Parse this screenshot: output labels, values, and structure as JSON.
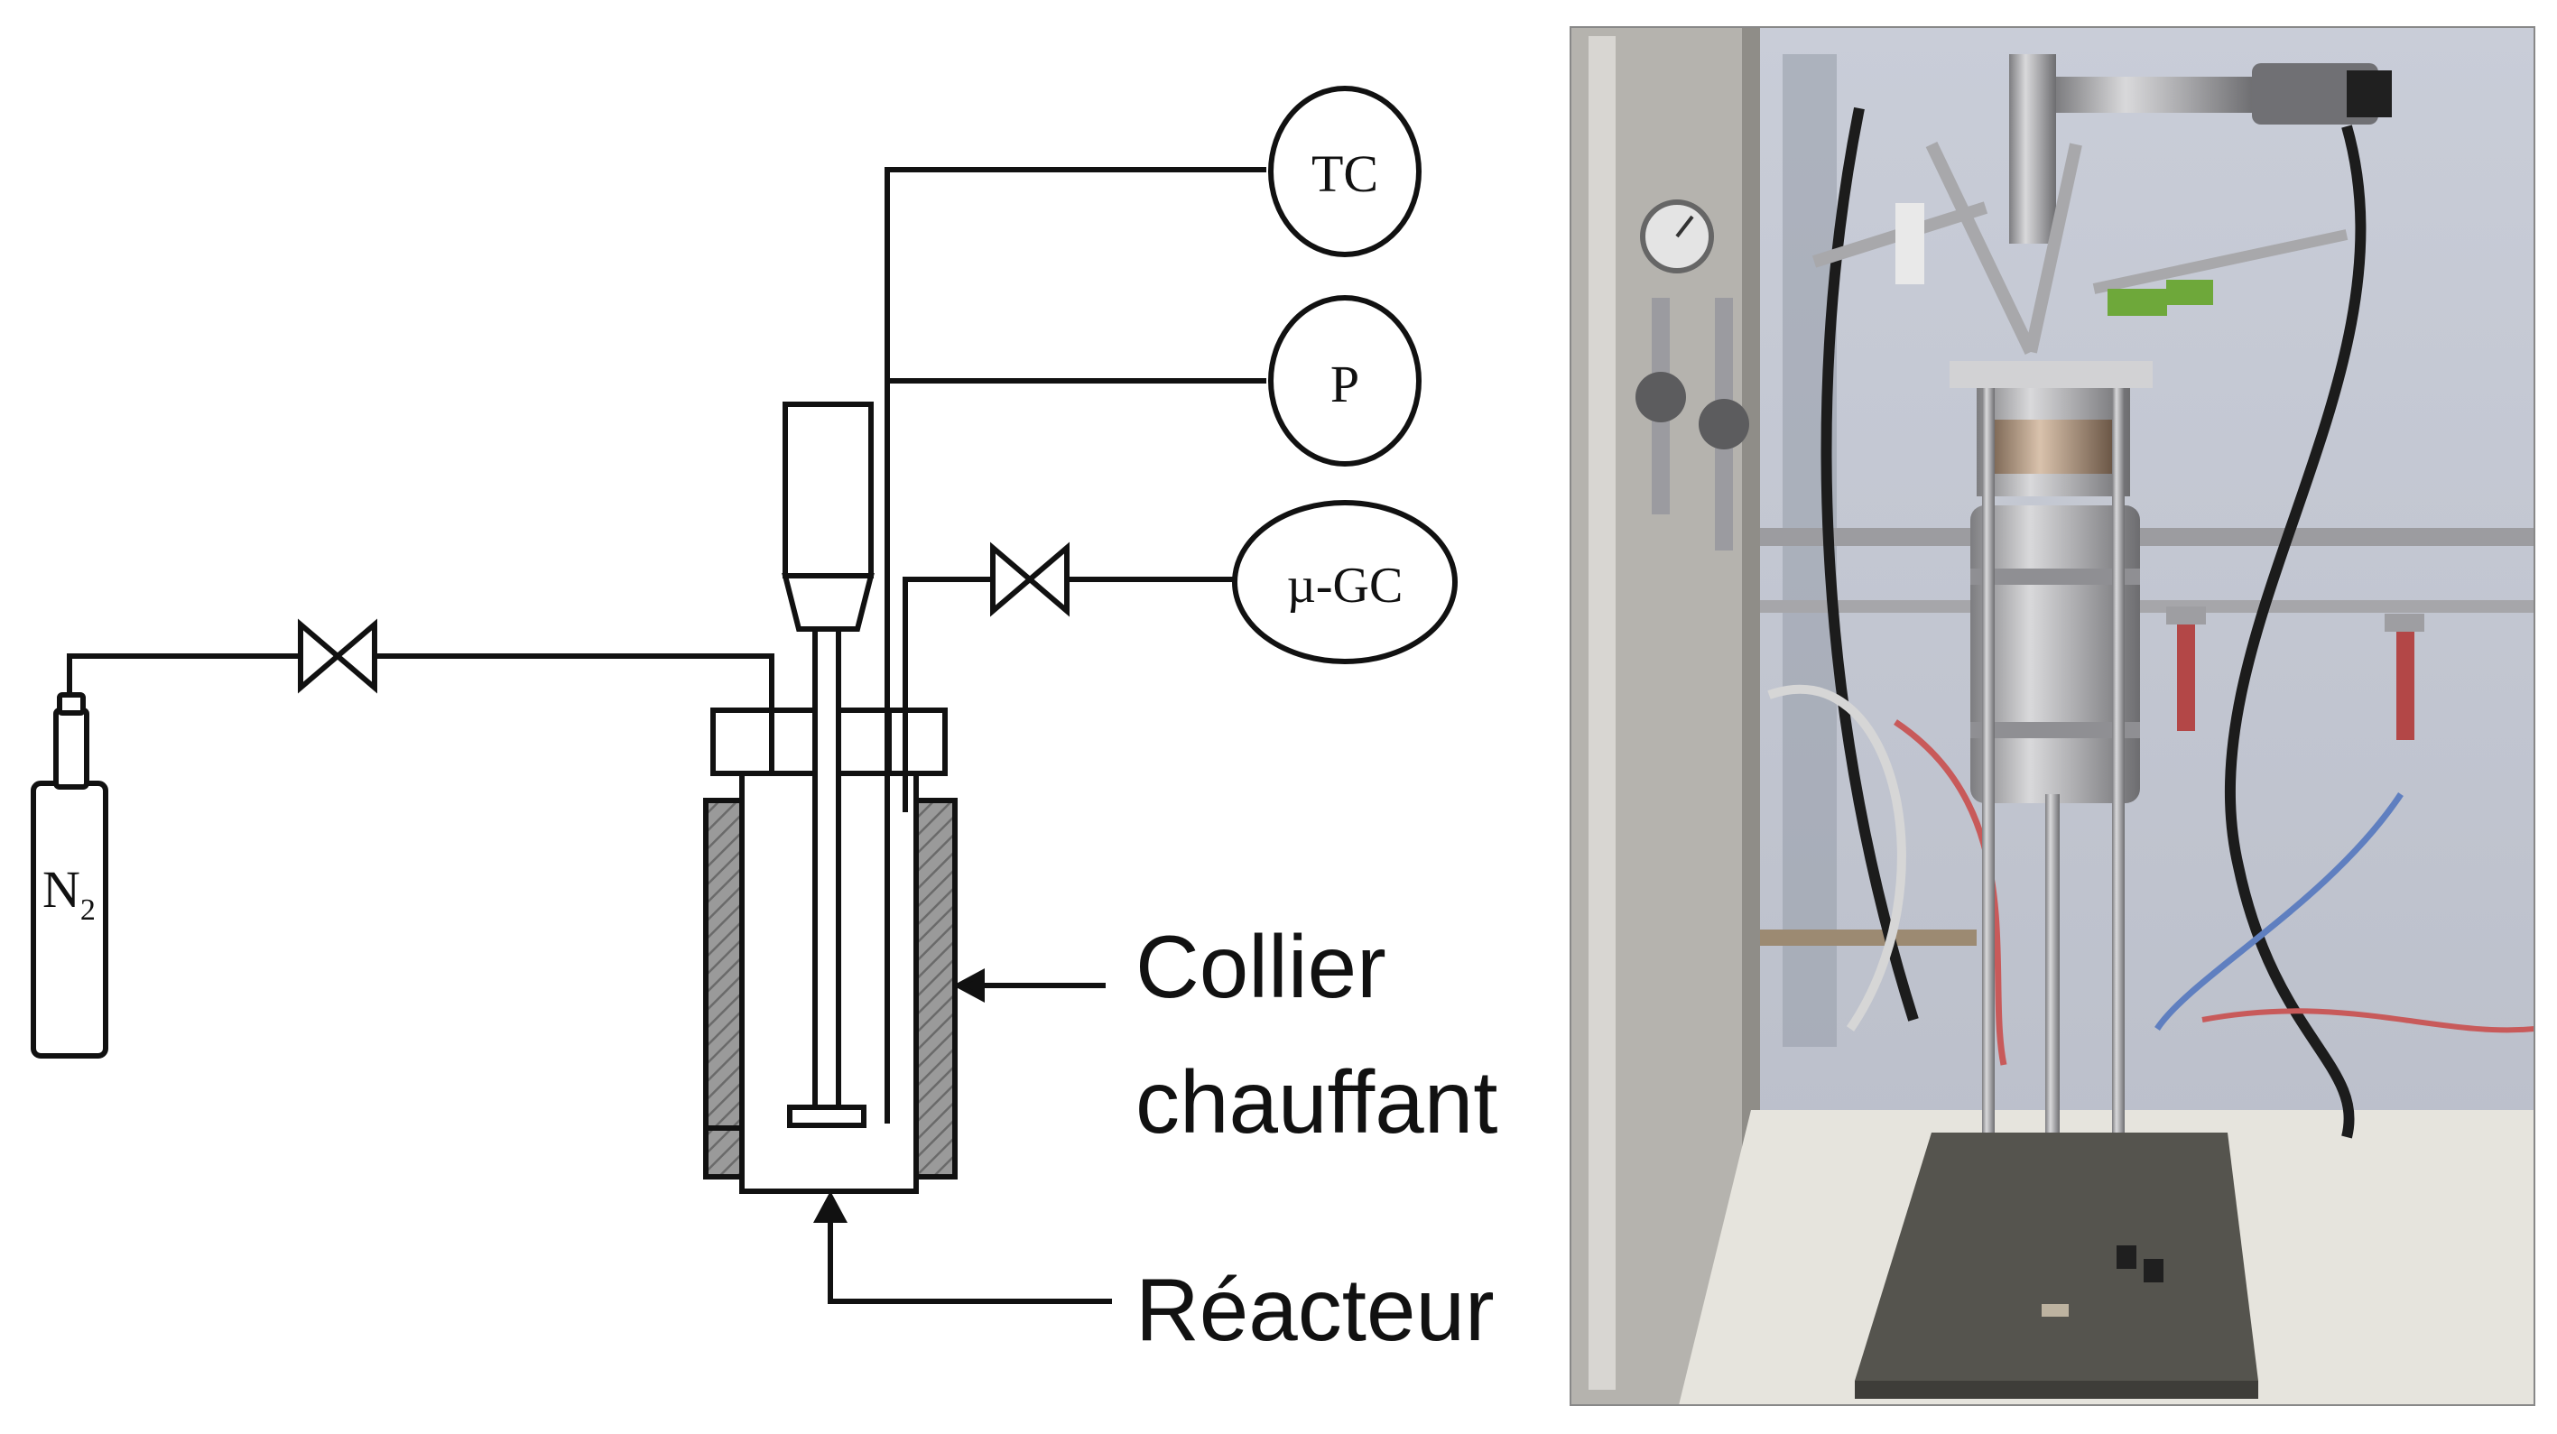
{
  "schematic": {
    "gas_cylinder": {
      "label": "N",
      "subscript": "2"
    },
    "instruments": {
      "thermocouple": "TC",
      "pressure": "P",
      "micro_gc": "µ-GC"
    },
    "callouts": {
      "heater_line1": "Collier",
      "heater_line2": "chauffant",
      "reactor": "Réacteur"
    }
  },
  "photo": {
    "subject": "autoclave reactor setup",
    "colors": {
      "back_wall": "#c4c8d3",
      "floor": "#e6e4dd",
      "steel": "#a3a3a5",
      "heater_band": "#b39c88",
      "base_plate": "#55544e",
      "green_connector": "#6ea83a",
      "red_tube": "#c85a5a",
      "blue_tube": "#5f7fc0"
    }
  }
}
